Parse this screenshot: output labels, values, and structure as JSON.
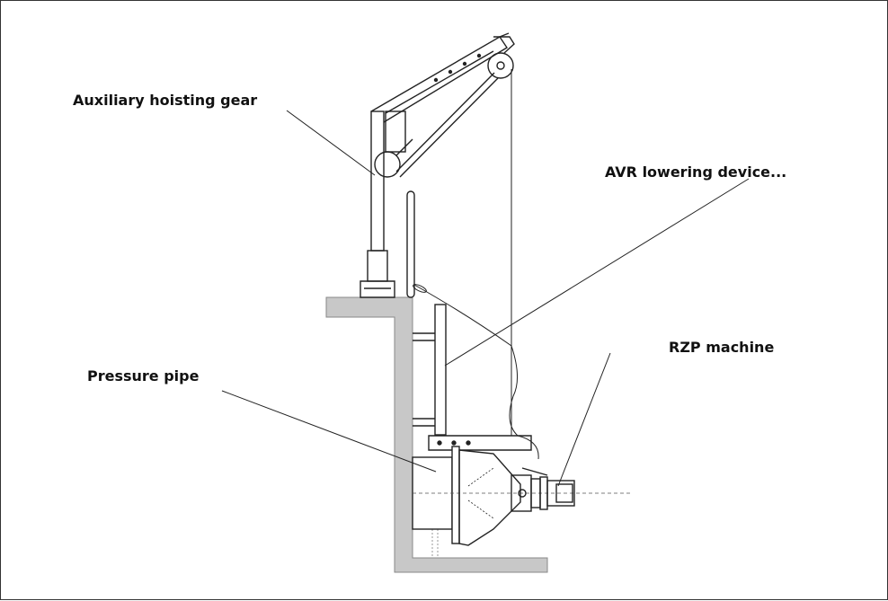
{
  "labels": {
    "aux_hoisting_gear": "Auxiliary hoisting gear",
    "avr_lowering_device": "AVR lowering device...",
    "rzp_machine": "RZP machine",
    "pressure_pipe": "Pressure pipe"
  },
  "colors": {
    "wall_fill": "#c8c8c8",
    "line": "#222222",
    "background": "#ffffff"
  }
}
